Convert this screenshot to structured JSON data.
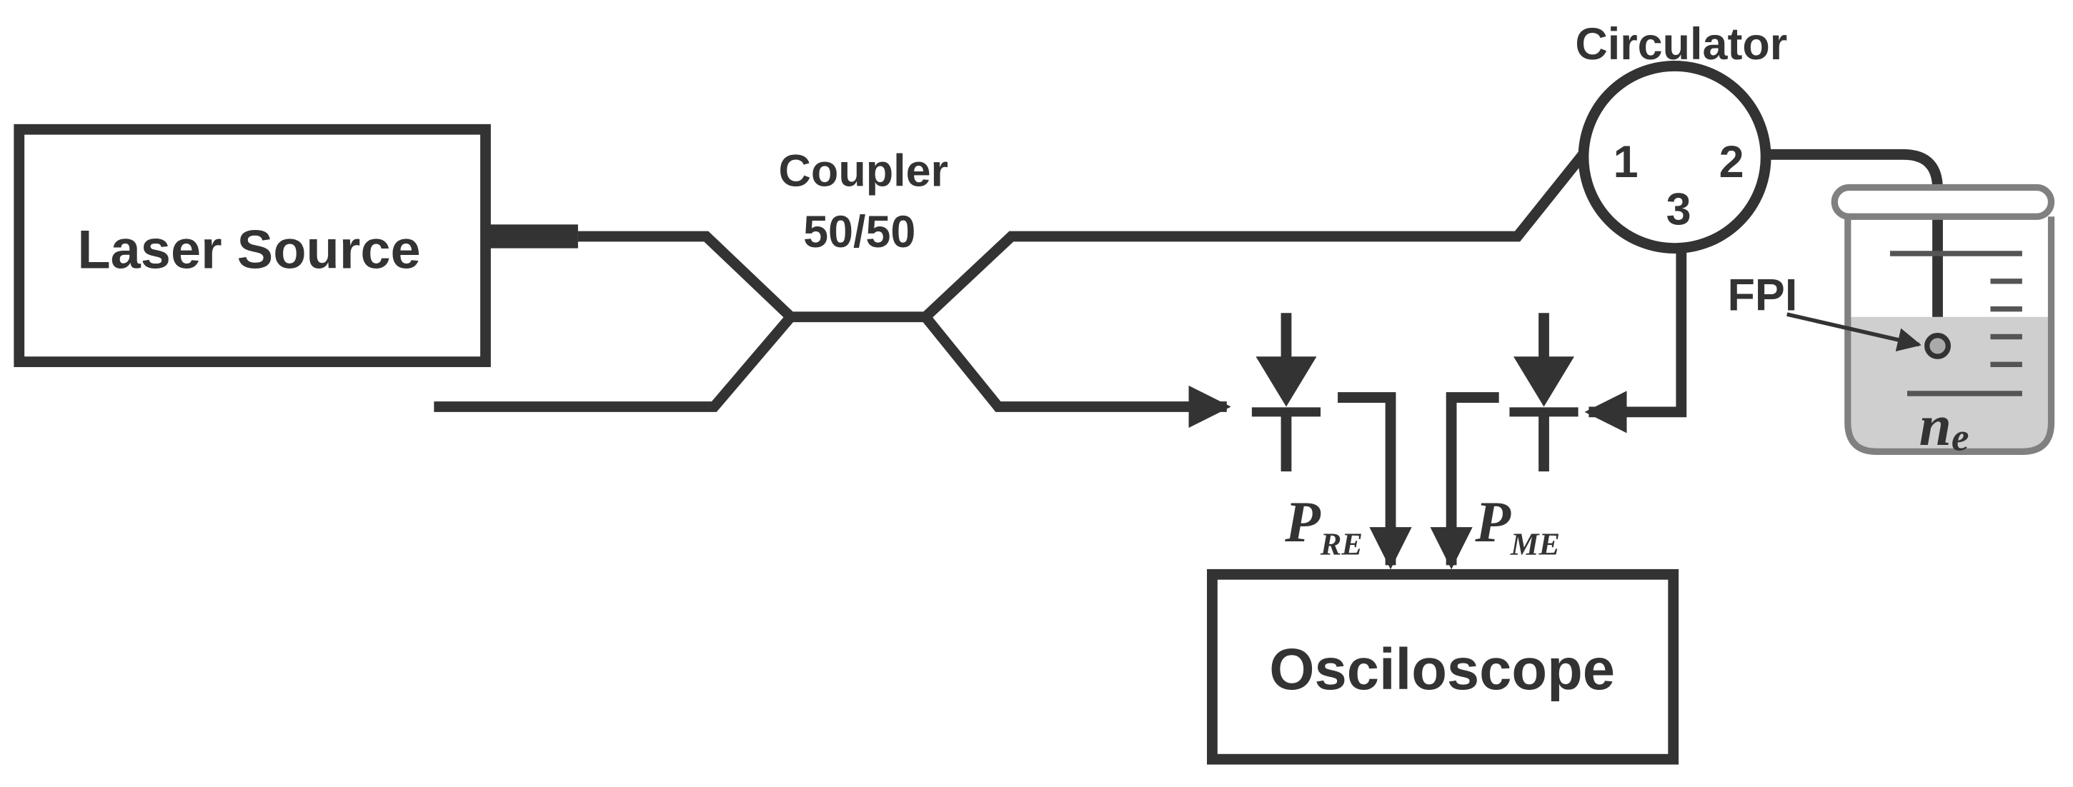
{
  "labels": {
    "laser_source": "Laser Source",
    "coupler_line1": "Coupler",
    "coupler_line2": "50/50",
    "circulator": "Circulator",
    "port1": "1",
    "port2": "2",
    "port3": "3",
    "fpi": "FPI",
    "oscilloscope": "Osciloscope",
    "p_re_main": "P",
    "p_re_sub": "RE",
    "p_me_main": "P",
    "p_me_sub": "ME",
    "n_main": "n",
    "n_sub": "e"
  },
  "colors": {
    "ink": "#333333",
    "liquid": "#cfcfcf",
    "background": "#ffffff"
  }
}
